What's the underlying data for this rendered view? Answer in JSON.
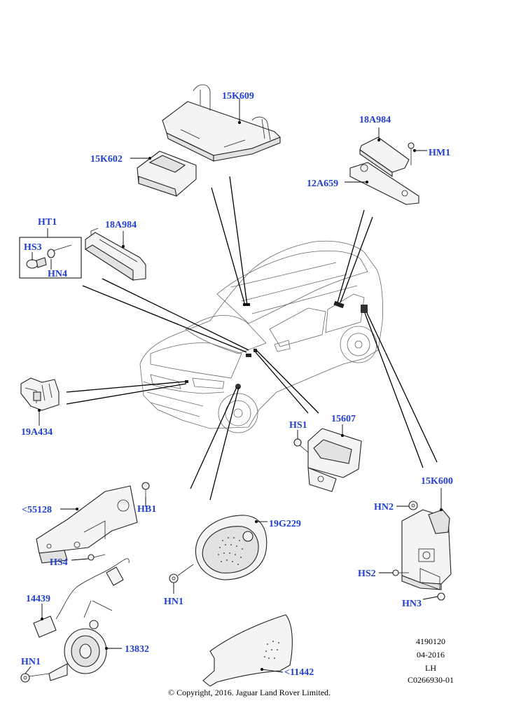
{
  "labels": {
    "p15K609": "15K609",
    "p15K602": "15K602",
    "p18A984_top": "18A984",
    "pHM1": "HM1",
    "p12A659": "12A659",
    "pHT1": "HT1",
    "pHS3": "HS3",
    "pHN4": "HN4",
    "p18A984_left": "18A984",
    "p19A434": "19A434",
    "pHS1": "HS1",
    "p15607": "15607",
    "p15K600": "15K600",
    "pHN2": "HN2",
    "pHS2": "HS2",
    "pHN3": "HN3",
    "p55128": "<55128",
    "pHB1": "HB1",
    "pHS4": "HS4",
    "p19G229": "19G229",
    "pHN1_mid": "HN1",
    "p14439": "14439",
    "p13832": "13832",
    "pHN1_bottom": "HN1",
    "p11442": "<11442"
  },
  "info_block": [
    "4190120",
    "04-2016",
    "LH",
    "C0266930-01"
  ],
  "copyright": "© Copyright, 2016. Jaguar Land Rover Limited.",
  "colors": {
    "label": "#1f3fd0",
    "line": "#000000"
  }
}
